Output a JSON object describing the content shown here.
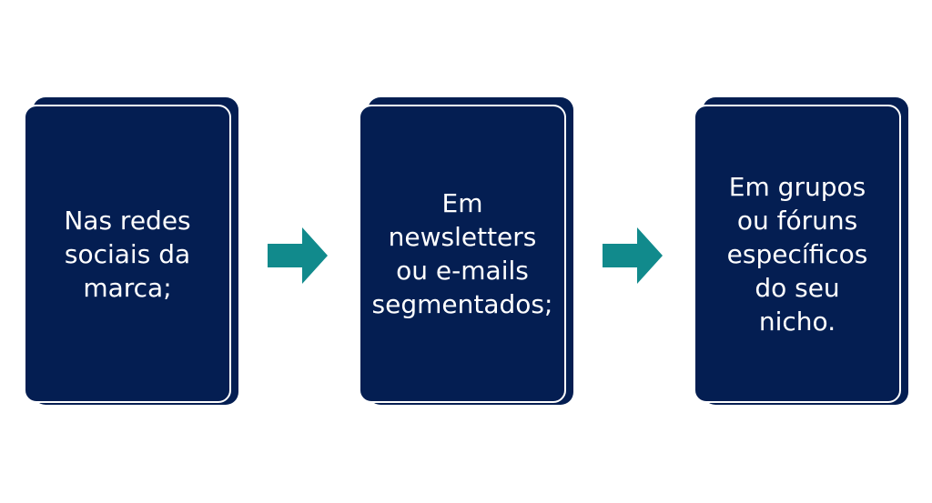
{
  "steps": [
    {
      "text": "Nas redes\nsociais da\nmarca;"
    },
    {
      "text": "Em newsletters\nou e-mails\nsegmentados;"
    },
    {
      "text": "Em grupos\nou fóruns\nespecíficos\ndo seu\nnicho."
    }
  ],
  "colors": {
    "card": "#041e52",
    "arrow": "#118a8c",
    "text": "#ffffff"
  }
}
